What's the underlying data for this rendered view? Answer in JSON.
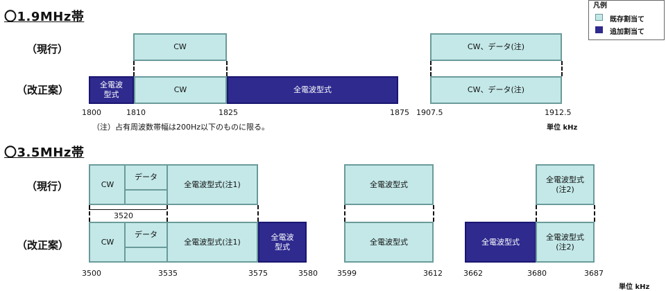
{
  "legend": {
    "title": "凡例",
    "existing": "既存割当て",
    "added": "追加割当て"
  },
  "band19": {
    "title": "〇1.9MHz帯",
    "row_current": "（現行）",
    "row_proposed": "（改正案）",
    "current_cw": "CW",
    "current_cw_data": "CW、データ(注)",
    "proposed_full1": "全電波\n型式",
    "proposed_cw": "CW",
    "proposed_full2": "全電波型式",
    "proposed_cw_data": "CW、データ(注)",
    "ticks": [
      "1800",
      "1810",
      "1825",
      "1875",
      "1907.5",
      "1912.5"
    ],
    "note": "（注）占有周波数帯幅は200Hz以下のものに限る。",
    "unit": "単位 kHz"
  },
  "band35": {
    "title": "〇3.5MHz帯",
    "row_current": "（現行）",
    "row_proposed": "（改正案）",
    "cur_cw": "CW",
    "cur_data": "データ",
    "cur_full_note1": "全電波型式(注1)",
    "cur_full_mid": "全電波型式",
    "cur_full_note2": "全電波型式\n(注2)",
    "sub_tick": "3520",
    "prop_cw": "CW",
    "prop_data": "データ",
    "prop_full_note1": "全電波型式(注1)",
    "prop_full_added": "全電波\n型式",
    "prop_full_mid": "全電波型式",
    "prop_full_added2": "全電波型式",
    "prop_full_note2": "全電波型式\n(注2)",
    "ticks": [
      "3500",
      "3535",
      "3575",
      "3580",
      "3599",
      "3612",
      "3662",
      "3680",
      "3687"
    ],
    "unit": "単位 kHz"
  },
  "colors": {
    "existing": "#c4e8e8",
    "added": "#2e2a8e"
  }
}
